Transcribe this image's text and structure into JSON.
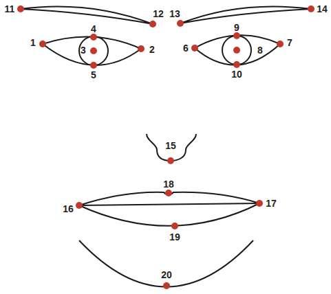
{
  "diagram": {
    "labels": [
      "11",
      "12",
      "13",
      "14",
      "4",
      "9",
      "1",
      "3",
      "2",
      "6",
      "8",
      "7",
      "5",
      "10",
      "15",
      "18",
      "16",
      "17",
      "19",
      "20"
    ]
  }
}
